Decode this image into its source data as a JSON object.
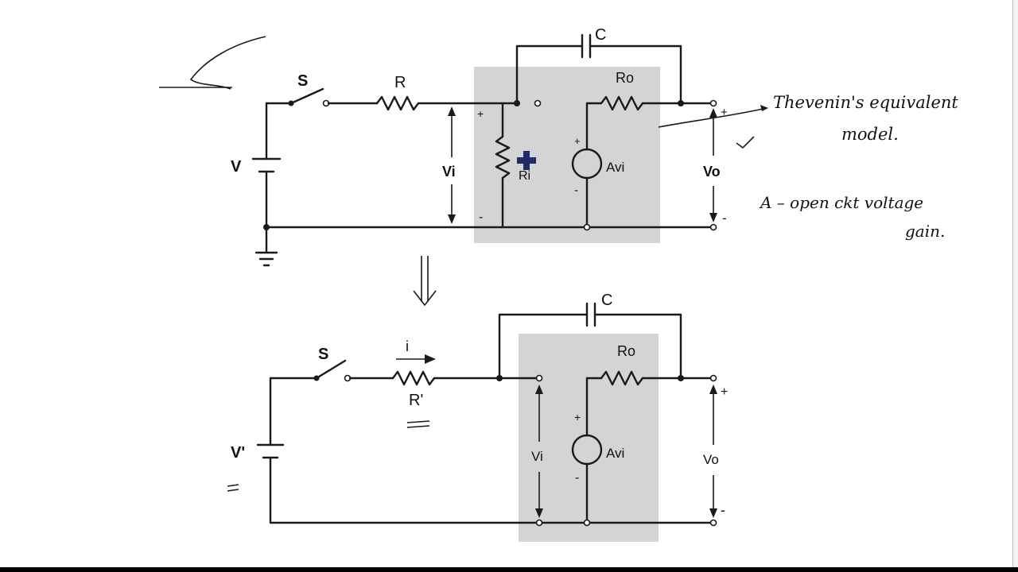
{
  "top": {
    "switch_label": "S",
    "resistor_label": "R",
    "capacitor_label": "C",
    "ro_label": "Ro",
    "source_label": "V",
    "vi_label": "Vi",
    "ri_label": "Ri",
    "gain_label": "Avi",
    "vo_label": "Vo",
    "plus": "+",
    "minus": "-"
  },
  "bottom": {
    "switch_label": "S",
    "current_label": "i",
    "resistor_label": "R'",
    "capacitor_label": "C",
    "ro_label": "Ro",
    "source_label": "V'",
    "vi_label": "Vi",
    "gain_label": "Avi",
    "vo_label": "Vo",
    "plus": "+",
    "minus": "-"
  },
  "notes": {
    "thevenin_line1": "Thevenin's equivalent",
    "thevenin_line2": "model.",
    "gain_line1": "A – open ckt voltage",
    "gain_line2": "gain."
  },
  "colors": {
    "ink": "#1a1a1a",
    "shade": "#d4d4d4",
    "pointer": "#1f2a6b"
  }
}
